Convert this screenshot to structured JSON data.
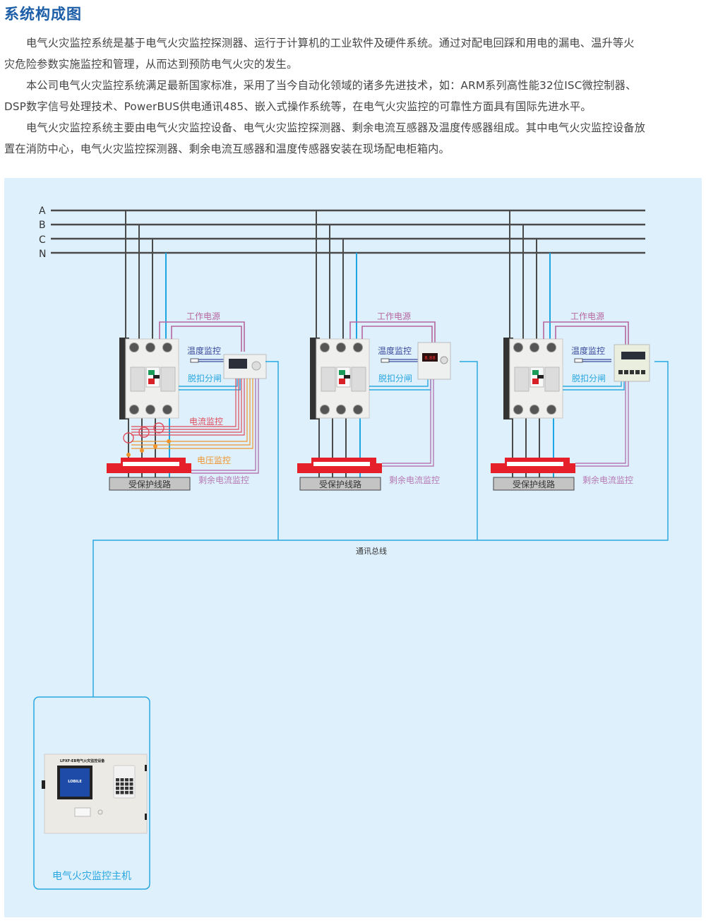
{
  "page": {
    "title": "系统构成图",
    "paragraphs": [
      [
        "电气火灾监控系统是基于电气火灾监控探测器、运行于计算机的工业软件及硬件系统。通过对配电回踩和用电的漏电、温升等火",
        "灾危险参数实施监控和管理，从而达到预防电气火灾的发生。"
      ],
      [
        "本公司电气火灾监控系统满足最新国家标准，采用了当今自动化领域的诸多先进技术，如：ARM系列高性能32位ISC微控制器、",
        "DSP数字信号处理技术、PowerBUS供电通讯485、嵌入式操作系统等，在电气火灾监控的可靠性方面具有国际先进水平。"
      ],
      [
        "电气火灾监控系统主要由电气火灾监控设备、电气火灾监控探测器、剩余电流互感器及温度传感器组成。其中电气火灾监控设备放",
        "置在消防中心，电气火灾监控探测器、剩余电流互感器和温度传感器安装在现场配电柜箱内。"
      ]
    ]
  },
  "diagram": {
    "bus_labels": [
      "A",
      "B",
      "C",
      "N"
    ],
    "labels": {
      "work_power": "工作电源",
      "temp_monitor": "温度监控",
      "trip": "脱扣分闸",
      "current_monitor": "电流监控",
      "voltage_monitor": "电压监控",
      "residual_monitor": "剩余电流监控",
      "protected_line": "受保护线路",
      "comm_bus": "通讯总线",
      "host": "电气火灾监控主机",
      "host_panel_title": "LPXF-EB电气火灾监控设备",
      "host_screen_brand": "LOBILE"
    },
    "units": [
      {
        "name": "unit-1",
        "detector_type": "multi-function"
      },
      {
        "name": "unit-2",
        "detector_type": "din-rail"
      },
      {
        "name": "unit-3",
        "detector_type": "panel"
      }
    ],
    "colors": {
      "bus": "#4a4a4a",
      "neutral": "#1ea6e2",
      "work_power": "#b5669e",
      "temp": "#3a4a9c",
      "trip": "#2aa7e0",
      "current": "#e04b5a",
      "voltage": "#f0952c",
      "residual": "#b579b3",
      "ct_red": "#e5202a",
      "title": "#1d5ea8"
    }
  }
}
